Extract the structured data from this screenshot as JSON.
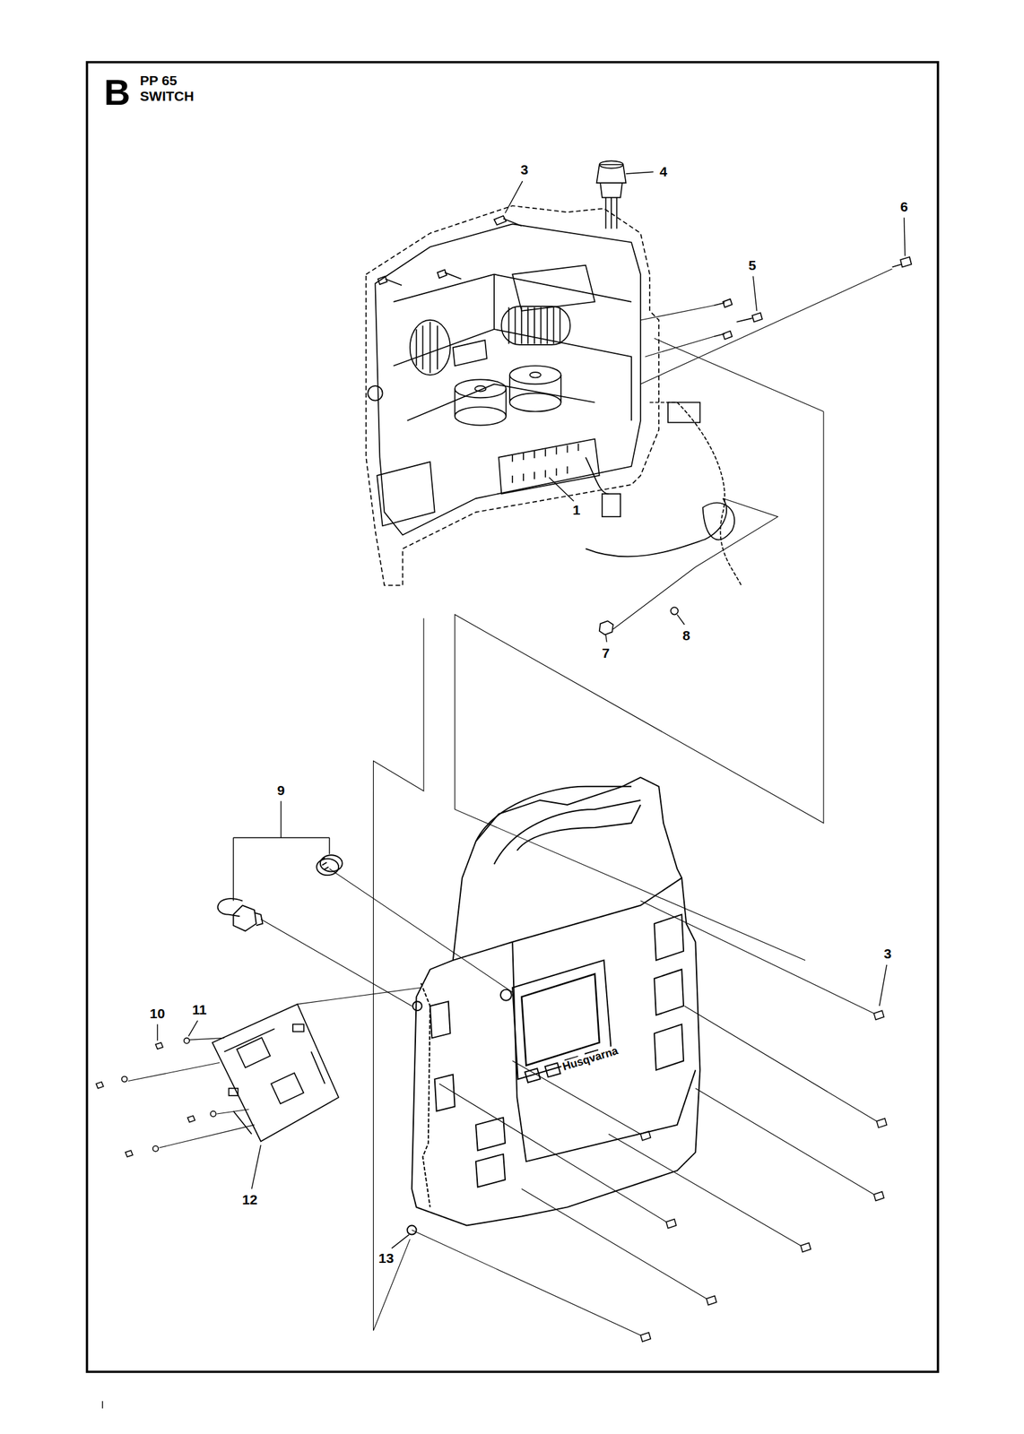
{
  "diagram": {
    "title": "PP 65 SWITCH",
    "labels": [
      "B",
      "3",
      "4",
      "6",
      "5",
      "1",
      "7",
      "8",
      "9",
      "3",
      "10",
      "11",
      "12",
      "13",
      "Husqvarna"
    ]
  }
}
